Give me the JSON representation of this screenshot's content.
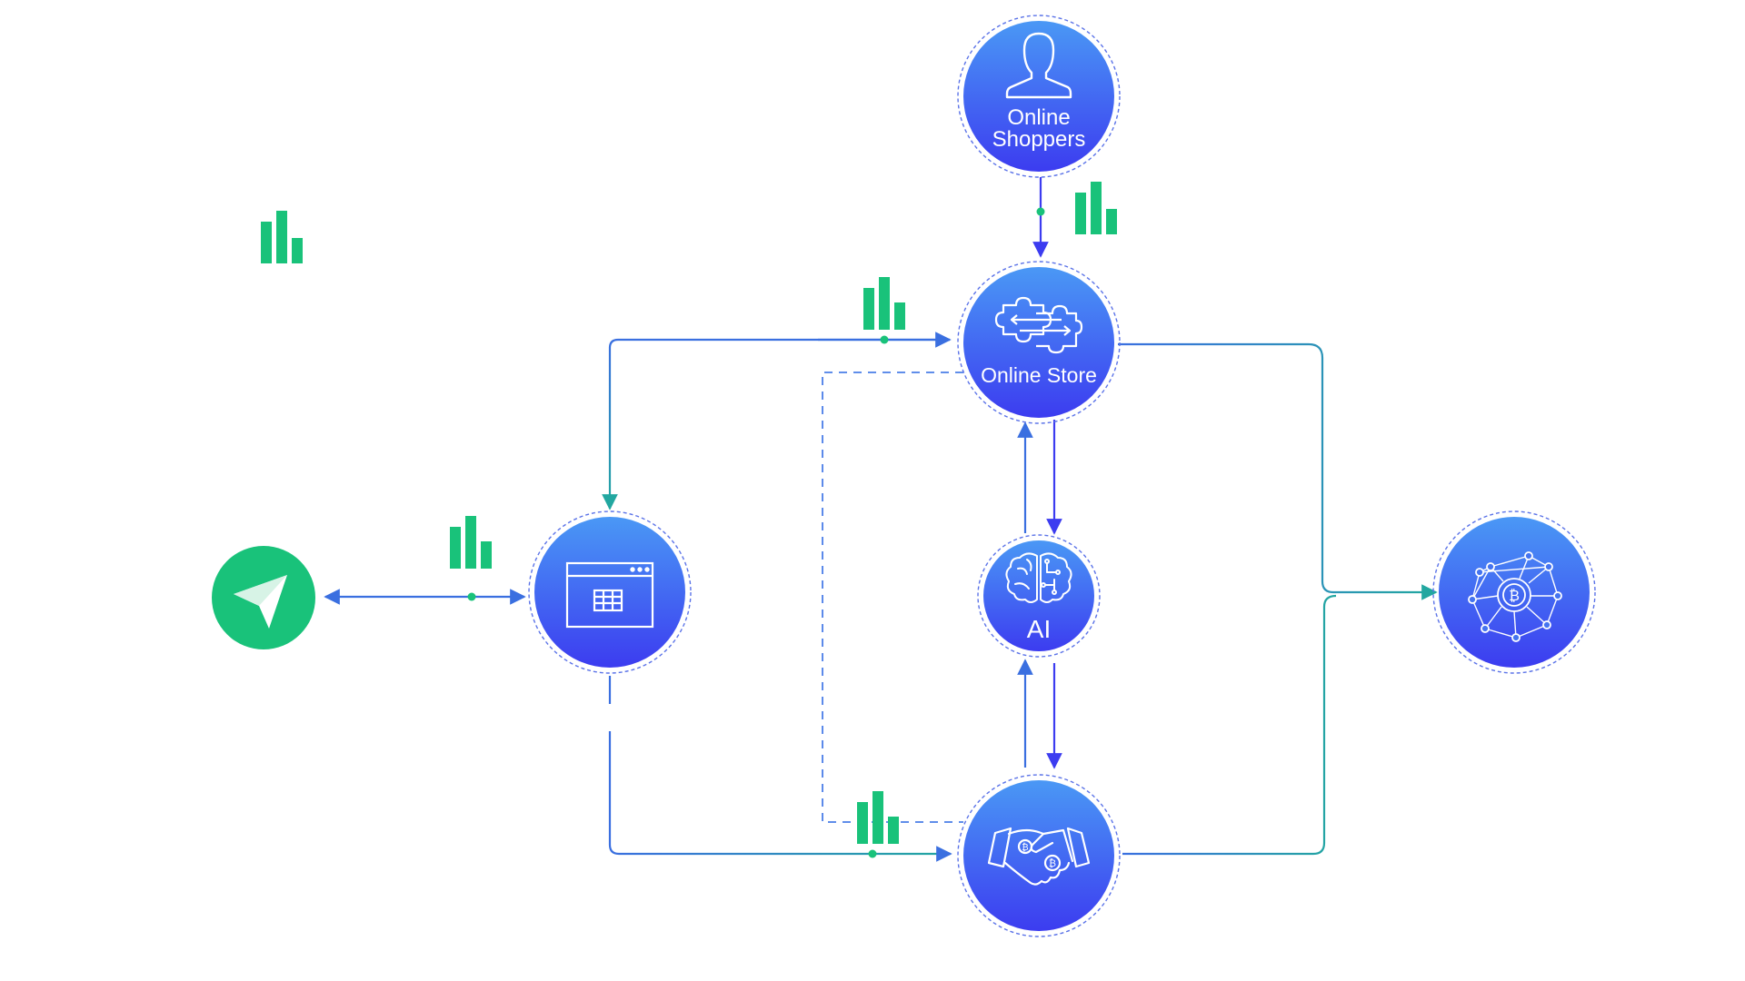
{
  "nodes": {
    "online_shoppers": {
      "label_line1": "Online",
      "label_line2": "Shoppers",
      "icon": "user-icon"
    },
    "online_store": {
      "label": "Online Store",
      "icon": "puzzle-exchange-icon"
    },
    "ai": {
      "label": "AI",
      "icon": "brain-circuit-icon"
    },
    "payment_app": {
      "icon": "browser-grid-icon"
    },
    "bitcoin_handshake": {
      "icon": "bitcoin-handshake-icon"
    },
    "blockchain": {
      "icon": "bitcoin-network-icon"
    },
    "sender": {
      "icon": "paper-plane-icon"
    }
  },
  "colors": {
    "node_gradient_top": "#4a98f5",
    "node_gradient_bottom": "#3c3cf0",
    "dashed_ring": "#5b73e8",
    "arrow_blue": "#3a6fe0",
    "arrow_teal": "#22a7a0",
    "green_accent": "#19c27a"
  },
  "bar_chart_icons": [
    "bar-chart-icon",
    "bar-chart-icon",
    "bar-chart-icon",
    "bar-chart-icon",
    "bar-chart-icon"
  ]
}
